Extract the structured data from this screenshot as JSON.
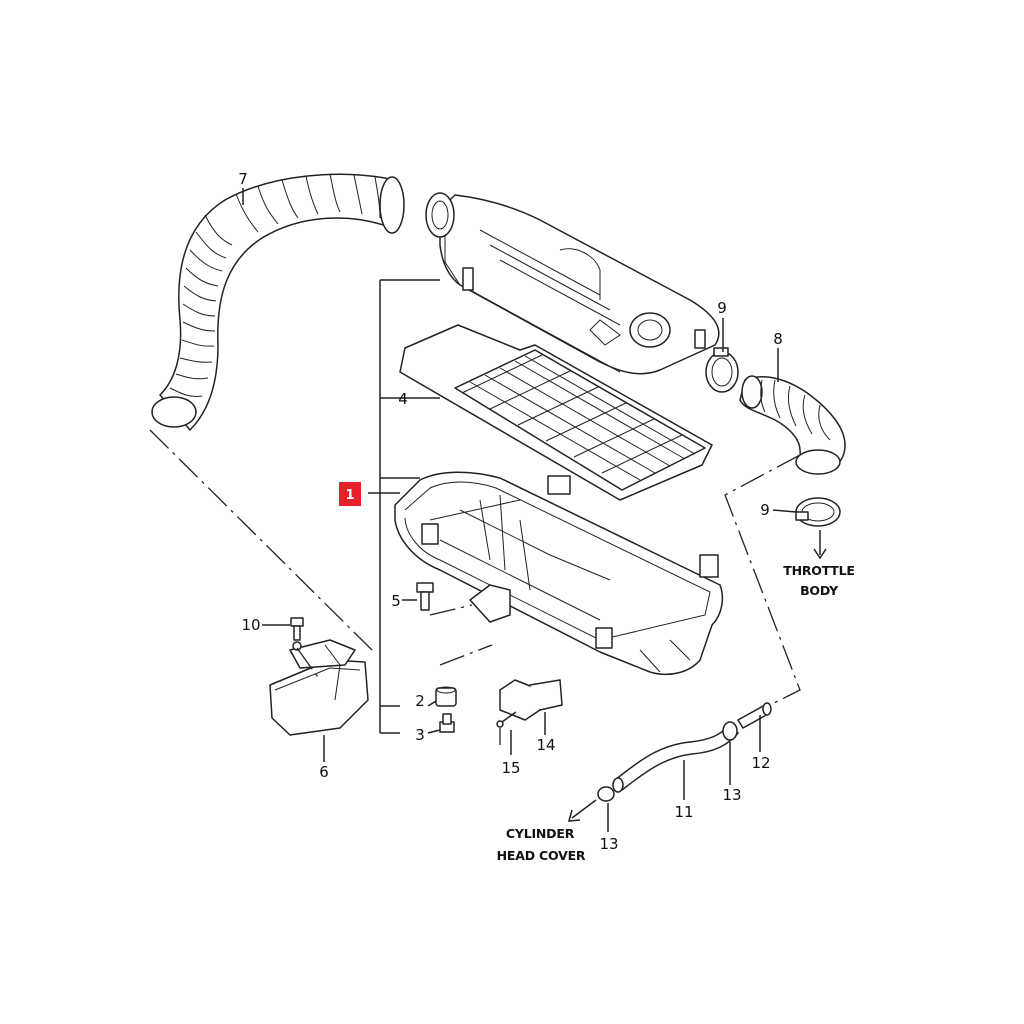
{
  "diagram": {
    "accent_color": "#e8202a",
    "callouts": {
      "c1": "1",
      "c2": "2",
      "c3": "3",
      "c4": "4",
      "c5": "5",
      "c6": "6",
      "c7": "7",
      "c8": "8",
      "c9a": "9",
      "c9b": "9",
      "c10": "10",
      "c11": "11",
      "c12": "12",
      "c13a": "13",
      "c13b": "13",
      "c14": "14",
      "c15": "15"
    },
    "destinations": {
      "throttle_line1": "THROTTLE",
      "throttle_line2": "BODY",
      "cylinder_line1": "CYLINDER",
      "cylinder_line2": "HEAD COVER"
    }
  }
}
